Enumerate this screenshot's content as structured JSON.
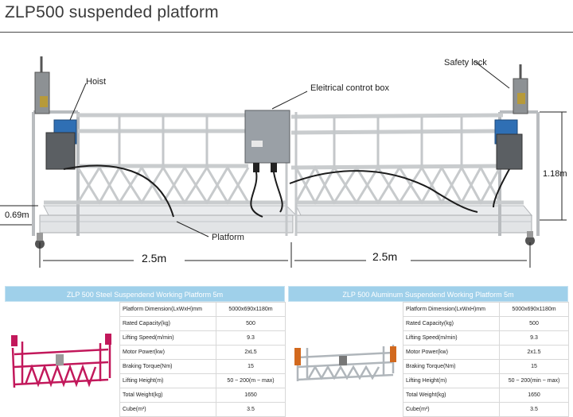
{
  "page_title": "ZLP500 suspended platform",
  "diagram": {
    "labels": {
      "hoist": "Hoist",
      "safety_lock": "Safety lock",
      "control_box": "Eleitrical controt box",
      "platform": "Platform",
      "height": "1.18m",
      "depth": "0.69m",
      "length_left": "2.5m",
      "length_right": "2.5m"
    },
    "colors": {
      "frame": "#d4d6d8",
      "hoist_motor": "#2f6fb4",
      "control_box": "#9aa0a6",
      "cable": "#1c1c1c"
    }
  },
  "spec_tables": [
    {
      "header": "ZLP 500 Steel Suspendend Working Platform 5m",
      "header_color": "#9fd0ea",
      "image_color": "#c2185b",
      "rows": [
        {
          "label": "Platform Dimension(LxWxH)mm",
          "value": "5000x690x1180m"
        },
        {
          "label": "Rated Capacity(kg)",
          "value": "500"
        },
        {
          "label": "Lifting Speed(m/min)",
          "value": "9.3"
        },
        {
          "label": "Motor Power(kw)",
          "value": "2xL5"
        },
        {
          "label": "Braking Torque(Nm)",
          "value": "15"
        },
        {
          "label": "Lifting Height(m)",
          "value": "50 ~ 200(m ~ max)"
        },
        {
          "label": "Total Weight(kg)",
          "value": "1650"
        },
        {
          "label": "Cube(m³)",
          "value": "3.5"
        }
      ]
    },
    {
      "header": "ZLP 500 Aluminum Suspendend Working Platform 5m",
      "header_color": "#9fd0ea",
      "image_color": "#b0b6bb",
      "rows": [
        {
          "label": "Platform Dimension(LxWxH)mm",
          "value": "5000x690x1180m"
        },
        {
          "label": "Rated Capacity(kg)",
          "value": "500"
        },
        {
          "label": "Lifting Speed(m/min)",
          "value": "9.3"
        },
        {
          "label": "Motor Power(kw)",
          "value": "2x1.5"
        },
        {
          "label": "Braking Torque(Nm)",
          "value": "15"
        },
        {
          "label": "Lifting Height(m)",
          "value": "50 ~ 200(min ~ max)"
        },
        {
          "label": "Total Weight(kg)",
          "value": "1650"
        },
        {
          "label": "Cube(m³)",
          "value": "3.5"
        }
      ]
    }
  ]
}
